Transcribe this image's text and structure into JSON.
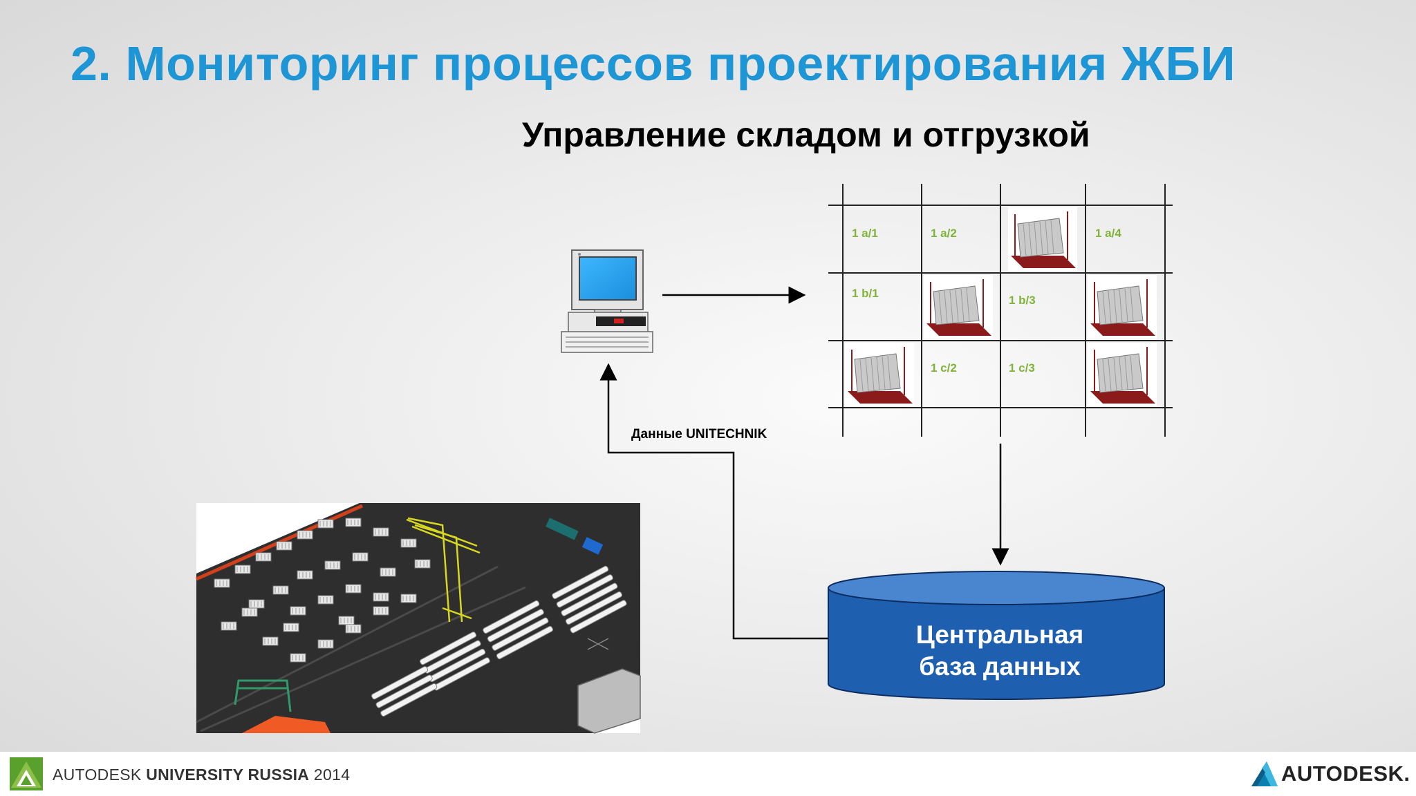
{
  "slide": {
    "title": "2. Мониторинг процессов проектирования ЖБИ",
    "subtitle": "Управление складом и отгрузкой"
  },
  "diagram": {
    "data_flow_label": "Данные UNITECHNIK",
    "database_label_line1": "Центральная",
    "database_label_line2": "база данных",
    "database_color": "#1f5fb0",
    "grid_cells": [
      {
        "id": "1a1",
        "label": "1 a/1",
        "occupied": false
      },
      {
        "id": "1a2",
        "label": "1 a/2",
        "occupied": false
      },
      {
        "id": "1a3",
        "label": "",
        "occupied": true
      },
      {
        "id": "1a4",
        "label": "1 a/4",
        "occupied": false
      },
      {
        "id": "1b1",
        "label": "1 b/1",
        "occupied": false
      },
      {
        "id": "1b2",
        "label": "",
        "occupied": true
      },
      {
        "id": "1b3",
        "label": "1 b/3",
        "occupied": false
      },
      {
        "id": "1b4",
        "label": "",
        "occupied": true
      },
      {
        "id": "1c1",
        "label": "",
        "occupied": true
      },
      {
        "id": "1c2",
        "label": "1 c/2",
        "occupied": false
      },
      {
        "id": "1c3",
        "label": "1 c/3",
        "occupied": false
      },
      {
        "id": "1c4",
        "label": "",
        "occupied": true
      }
    ],
    "cell_label_color": "#7fb33a"
  },
  "footer": {
    "event_prefix": "AUTODESK",
    "event_name": "UNIVERSITY RUSSIA",
    "event_year": "2014",
    "brand": "AUTODESK."
  },
  "colors": {
    "title": "#1e95d4",
    "rack_red": "#8b1a1a"
  },
  "icons": [
    "computer-icon",
    "warehouse-render",
    "rack-icon",
    "autodesk-logo-icon",
    "au-logo-icon"
  ]
}
